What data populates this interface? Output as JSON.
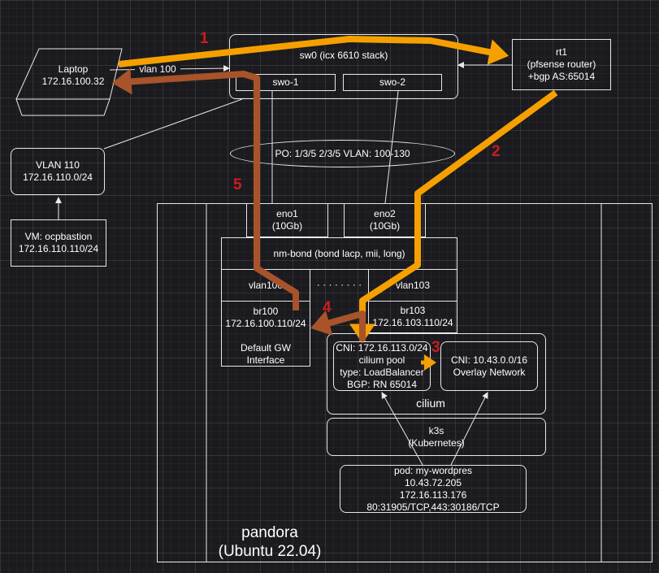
{
  "laptop": {
    "label": "Laptop\n172.16.100.32"
  },
  "vlan100_link": {
    "label": "vlan 100"
  },
  "sw0": {
    "label": "sw0 (icx 6610 stack)",
    "swo1": "swo-1",
    "swo2": "swo-2"
  },
  "rt1": {
    "label": "rt1\n(pfsense router)\n+bgp AS:65014"
  },
  "vlan110": {
    "label": "VLAN 110\n172.16.110.0/24"
  },
  "vm": {
    "label": "VM: ocpbastion\n172.16.110.110/24"
  },
  "port_channel": {
    "label": "PO: 1/3/5 2/3/5  VLAN: 100-130"
  },
  "eno1": {
    "label": "eno1\n(10Gb)"
  },
  "eno2": {
    "label": "eno2\n(10Gb)"
  },
  "nm_bond": {
    "label": "nm-bond (bond lacp, mii, long)"
  },
  "vlan100_if": {
    "label": "vlan100"
  },
  "vlan103_if": {
    "label": "vlan103"
  },
  "dots": {
    "label": "· · · · · · · ·"
  },
  "br100": {
    "label": "br100\n172.16.100.110/24\n\nDefault GW\nInterface"
  },
  "br103": {
    "label": "br103\n172.16.103.110/24"
  },
  "cilium_pool": {
    "label": "CNI: 172.16.113.0/24\ncilium pool\ntype: LoadBalancer\nBGP: RN 65014"
  },
  "overlay": {
    "label": "CNI: 10.43.0.0/16\nOverlay Network"
  },
  "cilium": {
    "label": "cilium"
  },
  "k3s": {
    "label": "k3s\n(Kubernetes)"
  },
  "pod": {
    "label": "pod: my-wordpres\n10.43.72.205\n172.16.113.176\n80:31905/TCP,443:30186/TCP"
  },
  "pandora": {
    "name": "pandora",
    "os": "(Ubuntu 22.04)"
  },
  "steps": [
    "1",
    "2",
    "3",
    "4",
    "5"
  ],
  "colors": {
    "orange_path": "#f5a000",
    "brown_path": "#a8532a",
    "step_number": "#c81e1e",
    "lines": "#e8e8e8"
  }
}
